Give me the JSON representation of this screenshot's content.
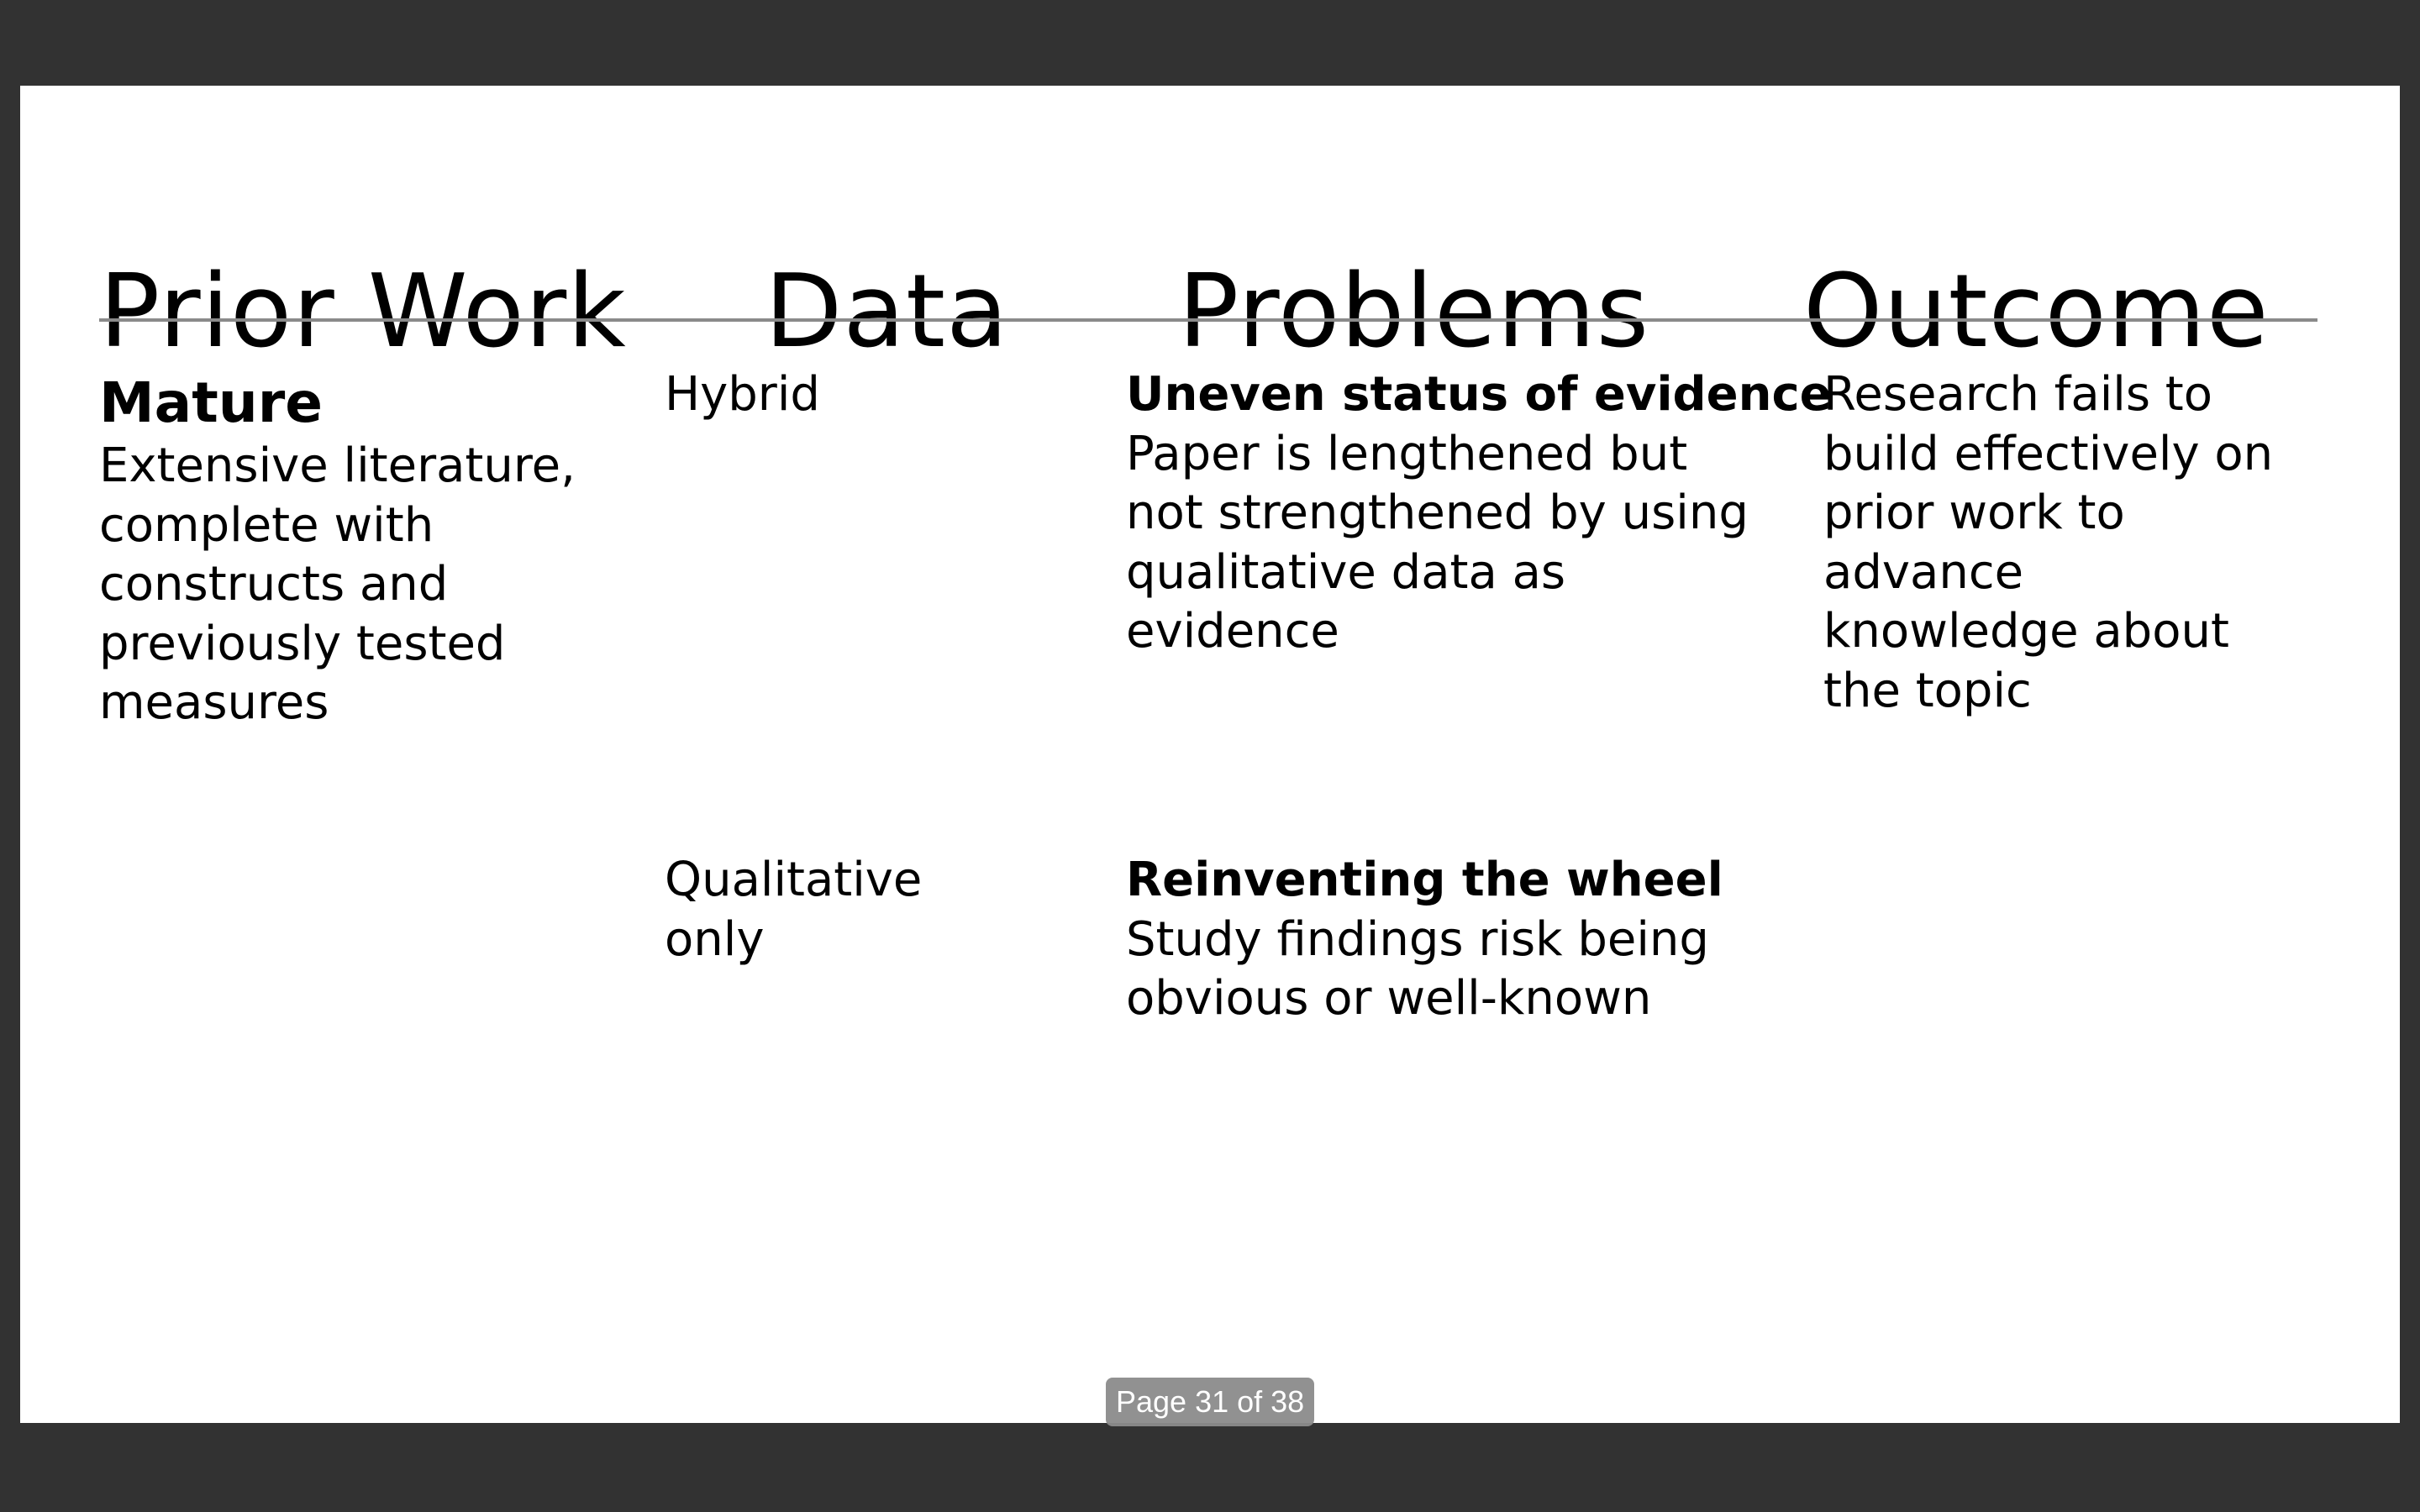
{
  "slide": {
    "headings": {
      "prior_work": "Prior Work",
      "data": "Data",
      "problems": "Problems",
      "outcome": "Outcome"
    },
    "row1": {
      "prior_work_title": "Mature",
      "prior_work_lines": [
        "Extensive literature,",
        "complete with",
        "constructs and",
        "previously tested",
        "measures"
      ],
      "data": "Hybrid",
      "problem_title": "Uneven status of evidence",
      "problem_lines": [
        "Paper is lengthened but",
        "not strengthened by using",
        "qualitative data as",
        "evidence"
      ],
      "outcome_lines": [
        "Research fails to",
        "build effectively on",
        "prior work to",
        "advance",
        "knowledge about",
        "the topic"
      ]
    },
    "row2": {
      "data_lines": [
        "Qualitative",
        "only"
      ],
      "problem_title": "Reinventing the wheel",
      "problem_lines": [
        "Study findings risk being",
        "obvious or well-known"
      ]
    }
  },
  "viewer": {
    "page_indicator": "Page 31 of 38"
  }
}
